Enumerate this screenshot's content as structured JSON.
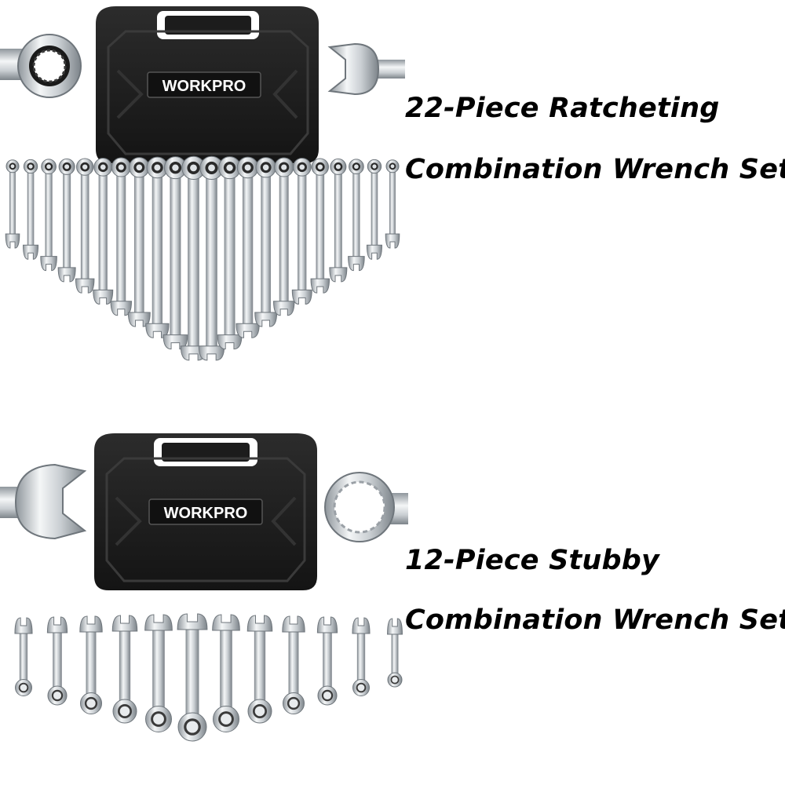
{
  "products": [
    {
      "brand": "WORKPRO",
      "title_line1": "22-Piece Ratcheting",
      "title_line2": "Combination Wrench Set"
    },
    {
      "brand": "WORKPRO",
      "title_line1": "12-Piece Stubby",
      "title_line2": "Combination Wrench Set"
    }
  ],
  "colors": {
    "case": "#1c1c1c",
    "case_highlight": "#3a3a3a",
    "chrome": "#d9dde0",
    "chrome_dark": "#8a9096",
    "text": "#000000",
    "background": "#ffffff"
  }
}
